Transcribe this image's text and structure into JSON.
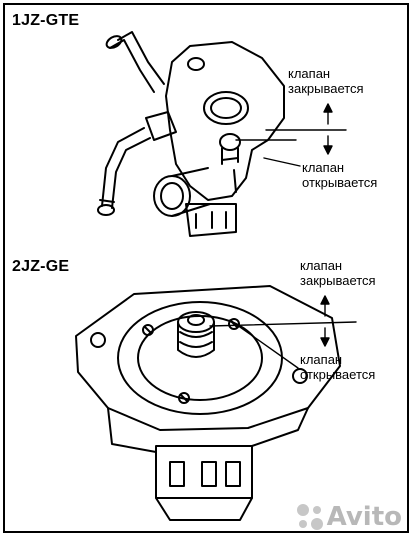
{
  "sections": [
    {
      "model": "1JZ-GTE",
      "closing_label": [
        "клапан",
        "закрывается"
      ],
      "opening_label": [
        "клапан",
        "открывается"
      ]
    },
    {
      "model": "2JZ-GE",
      "closing_label": [
        "клапан",
        "закрывается"
      ],
      "opening_label": [
        "клапан",
        "открывается"
      ]
    }
  ],
  "watermark": "Avito",
  "colors": {
    "ink": "#000000",
    "paper": "#ffffff",
    "watermark": "#c7c7c7"
  },
  "icons": [
    "arrow-up-icon",
    "arrow-down-icon",
    "avito-logo-icon"
  ]
}
